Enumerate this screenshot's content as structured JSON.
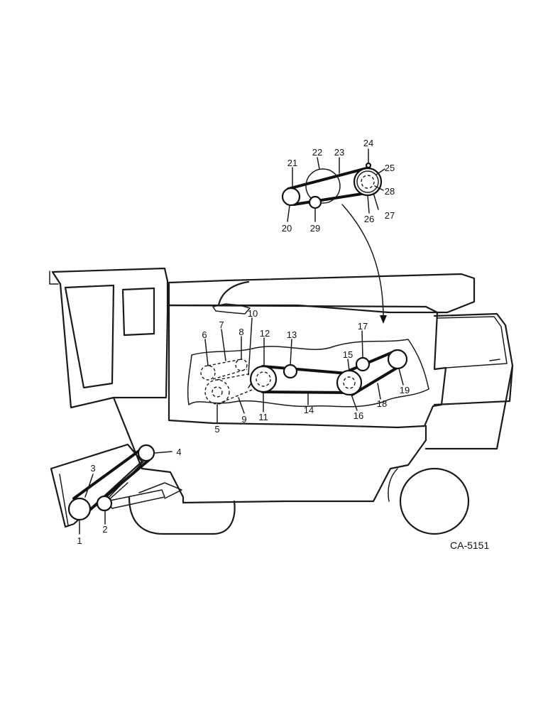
{
  "figure_code": "CA-5151",
  "callouts": [
    "1",
    "2",
    "3",
    "4",
    "5",
    "6",
    "7",
    "8",
    "9",
    "10",
    "11",
    "12",
    "13",
    "14",
    "15",
    "16",
    "17",
    "18",
    "19",
    "20",
    "21",
    "22",
    "23",
    "24",
    "25",
    "26",
    "27",
    "28",
    "29"
  ]
}
